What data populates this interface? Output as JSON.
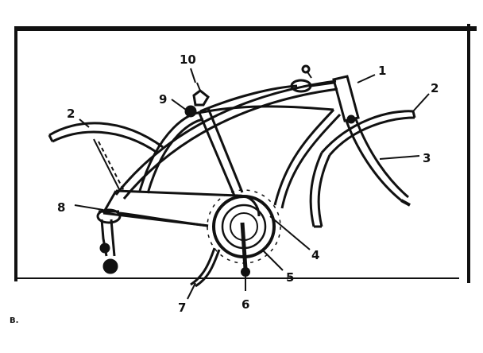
{
  "diagram": {
    "callouts": [
      "1",
      "2",
      "2",
      "3",
      "4",
      "5",
      "6",
      "7",
      "8",
      "9",
      "10"
    ]
  },
  "caption": "B."
}
